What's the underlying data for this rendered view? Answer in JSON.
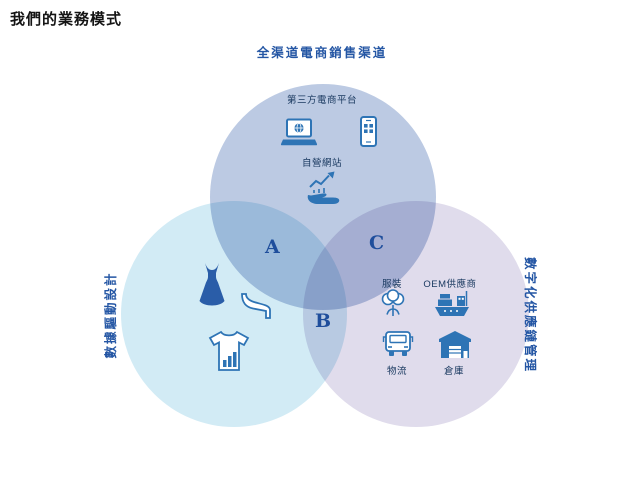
{
  "page": {
    "title": "我們的業務模式"
  },
  "diagram": {
    "top_circle": {
      "label": "全渠道電商銷售渠道",
      "items": [
        {
          "label": "第三方電商平台",
          "icons": [
            "laptop-globe-icon",
            "smartphone-icon"
          ]
        },
        {
          "label": "自營網站",
          "icons": [
            "growth-chart-hand-icon"
          ]
        }
      ]
    },
    "left_circle": {
      "label": "數據驅動設計",
      "icons": [
        "dress-icon",
        "high-heel-icon",
        "tshirt-chart-icon"
      ]
    },
    "right_circle": {
      "label": "數字化供應鏈管理",
      "items": [
        {
          "label": "服裝",
          "icon": "cotton-icon"
        },
        {
          "label": "OEM供應商",
          "icon": "cargo-ship-icon"
        },
        {
          "label": "物流",
          "icon": "delivery-truck-icon"
        },
        {
          "label": "倉庫",
          "icon": "warehouse-icon"
        }
      ]
    },
    "overlaps": {
      "a": "A",
      "b": "B",
      "c": "C"
    },
    "colors": {
      "top_circle_fill": "#bccae3",
      "left_circle_fill": "#d2ebf5",
      "right_circle_fill": "#e0dcec",
      "label_blue": "#2456a4",
      "letter_blue": "#1f4e9c",
      "icon_blue": "#2e74b5",
      "item_text": "#17375e",
      "title_color": "#141414"
    }
  }
}
